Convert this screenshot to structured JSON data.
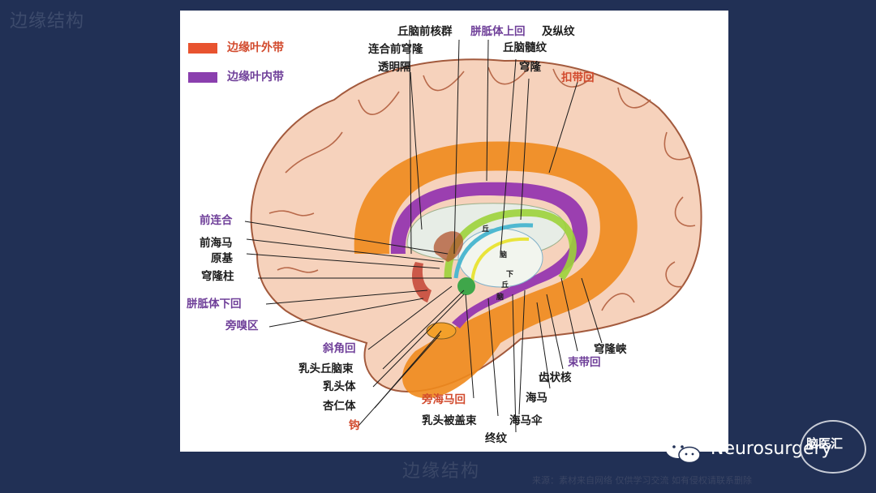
{
  "corner_title": "边缘结构",
  "slide_caption": "边缘结构",
  "footer_note": "来源：素材来自网络 仅供学习交流 如有侵权请联系删除",
  "legend": [
    {
      "label": "边缘叶外带",
      "color": "#e8532f"
    },
    {
      "label": "边缘叶内带",
      "color": "#8a3fae"
    }
  ],
  "labels": {
    "top1": "丘脑前核群",
    "top2": "胼胝体上回",
    "top3": "及纵纹",
    "top4": "连合前穹隆",
    "top5": "丘脑髓纹",
    "top6": "透明隔",
    "top7": "穹隆",
    "top8": "扣带回",
    "l1": "前连合",
    "l2": "前海马",
    "l3": "原基",
    "l4": "穹隆柱",
    "l5": "胼胝体下回",
    "l6": "旁嗅区",
    "l7": "斜角回",
    "l8": "乳头丘脑束",
    "l9": "乳头体",
    "l10": "杏仁体",
    "l11": "钩",
    "b1": "旁海马回",
    "b2": "乳头被盖束",
    "b3": "终纹",
    "b4": "海马伞",
    "b5": "海马",
    "b6": "齿状核",
    "b7": "束带回",
    "b8": "穹隆峡",
    "small1": "丘",
    "small2": "脑",
    "small3": "下",
    "small4": "丘",
    "small5": "脑"
  },
  "watermark": "Neurosurgery",
  "logo_text": "脑医汇",
  "colors": {
    "background": "#213055",
    "outer_band": "#f08a1c",
    "inner_band": "#9b3fb0",
    "cortex": "#f6d2bc"
  }
}
